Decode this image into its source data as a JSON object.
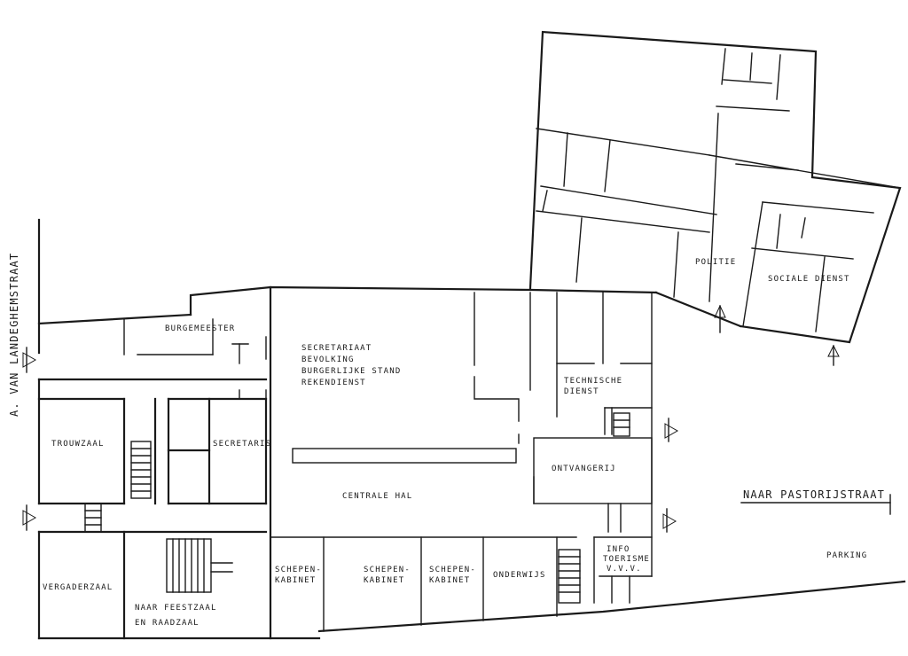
{
  "streets": {
    "west": "A. VAN LANDEGHEMSTRAAT",
    "east": "NAAR PASTORIJSTRAAT"
  },
  "rooms": {
    "burgemeester": "BURGEMEESTER",
    "secretariaat": [
      "SECRETARIAAT",
      "BEVOLKING",
      "BURGERLIJKE STAND",
      "REKENDIENST"
    ],
    "technische_dienst": [
      "TECHNISCHE",
      "DIENST"
    ],
    "trouwzaal": "TROUWZAAL",
    "secretaris": "SECRETARIS",
    "ontvangerij": "ONTVANGERIJ",
    "centrale_hal": "CENTRALE HAL",
    "vergaderzaal": "VERGADERZAAL",
    "feestzaal": [
      "NAAR FEESTZAAL",
      "EN RAADZAAL"
    ],
    "schepenkabinet_1": [
      "SCHEPEN-",
      "KABINET"
    ],
    "schepenkabinet_2": [
      "SCHEPEN-",
      "KABINET"
    ],
    "schepenkabinet_3": [
      "SCHEPEN-",
      "KABINET"
    ],
    "onderwijs": "ONDERWIJS",
    "info": [
      "INFO",
      "TOERISME",
      "V.V.V."
    ],
    "parking": "PARKING",
    "politie": "POLITIE",
    "sociale_dienst": "SOCIALE DIENST"
  }
}
